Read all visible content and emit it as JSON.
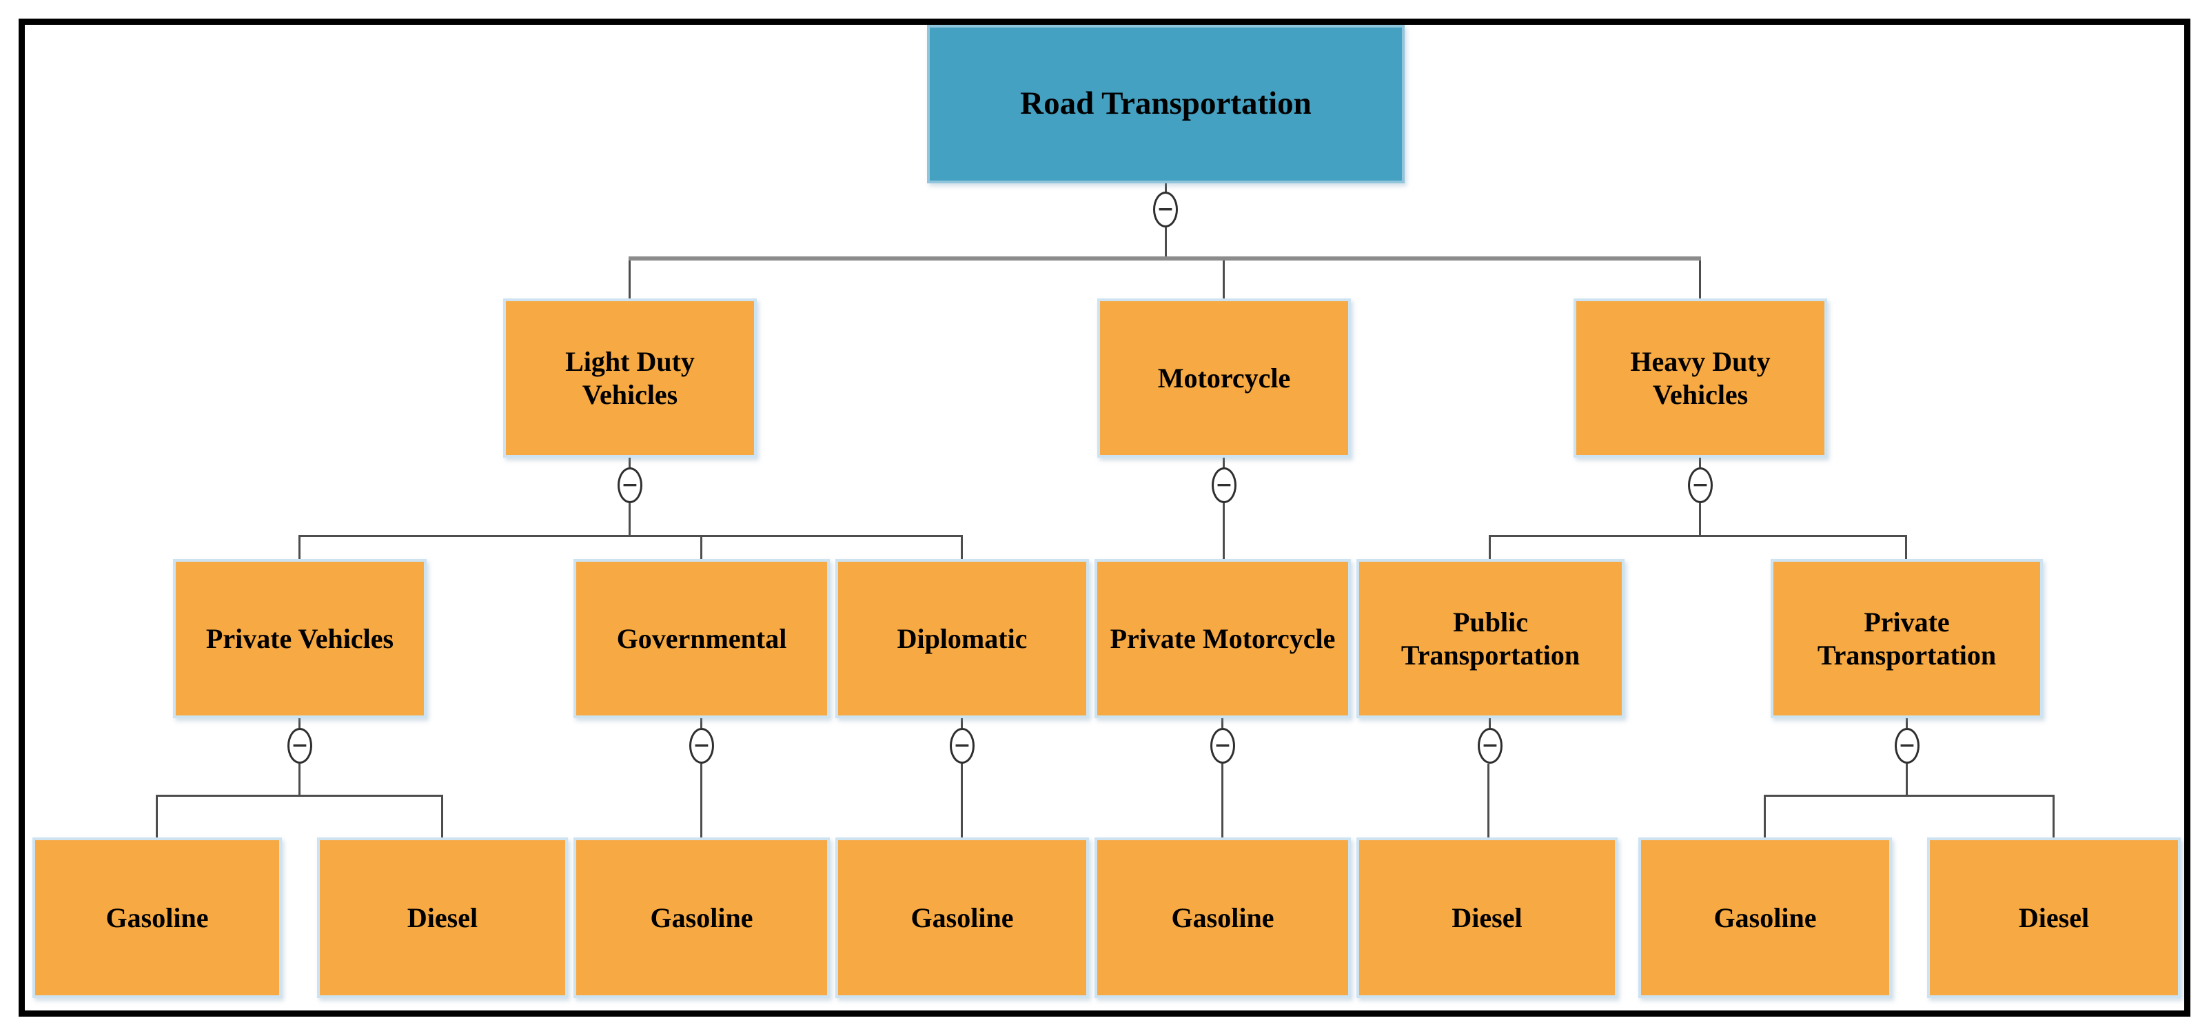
{
  "diagram": {
    "type": "org-chart-hierarchy",
    "collapse_glyph": "−",
    "colors": {
      "root_fill": "#45A1C1",
      "node_fill": "#F7A943",
      "node_border": "#CDE3F1",
      "connector": "#4D4D4D",
      "bus": "#8C8C8C",
      "frame": "#000000",
      "collapse_stroke": "#2F2F2F",
      "text": "#000000",
      "background": "#FFFFFF"
    },
    "tree": {
      "label": "Road Transportation",
      "children": [
        {
          "label": "Light Duty Vehicles",
          "children": [
            {
              "label": "Private Vehicles",
              "children": [
                {
                  "label": "Gasoline"
                },
                {
                  "label": "Diesel"
                }
              ]
            },
            {
              "label": "Governmental",
              "children": [
                {
                  "label": "Gasoline"
                }
              ]
            },
            {
              "label": "Diplomatic",
              "children": [
                {
                  "label": "Gasoline"
                }
              ]
            }
          ]
        },
        {
          "label": "Motorcycle",
          "children": [
            {
              "label": "Private Motorcycle",
              "children": [
                {
                  "label": "Gasoline"
                }
              ]
            }
          ]
        },
        {
          "label": "Heavy Duty Vehicles",
          "children": [
            {
              "label": "Public Transportation",
              "children": [
                {
                  "label": "Diesel"
                }
              ]
            },
            {
              "label": "Private Transportation",
              "children": [
                {
                  "label": "Gasoline"
                },
                {
                  "label": "Diesel"
                }
              ]
            }
          ]
        }
      ]
    }
  }
}
